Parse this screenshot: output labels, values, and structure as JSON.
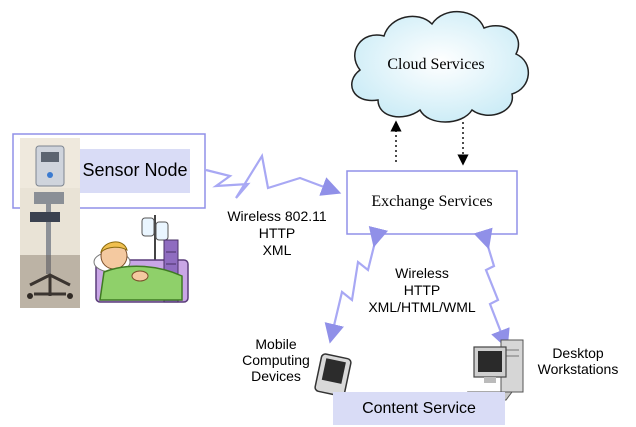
{
  "nodes": {
    "cloud": "Cloud Services",
    "exchange": "Exchange Services",
    "sensor": "Sensor Node",
    "content": "Content Service",
    "mobile": [
      "Mobile",
      "Computing",
      "Devices"
    ],
    "desktop": [
      "Desktop",
      "Workstations"
    ]
  },
  "links": {
    "sensor_exchange": [
      "Wireless 802.11",
      "HTTP",
      "XML"
    ],
    "exchange_content": [
      "Wireless",
      "HTTP",
      "XML/HTML/WML"
    ]
  },
  "colors": {
    "accent": "#9090e8",
    "lightning": "#a8a8f4",
    "cloud_fill": "#d8f0f8",
    "content_fill": "#d9dcf6"
  },
  "icons": [
    "medical-monitor-icon",
    "patient-in-bed-icon",
    "mobile-device-icon",
    "desktop-computer-icon"
  ]
}
